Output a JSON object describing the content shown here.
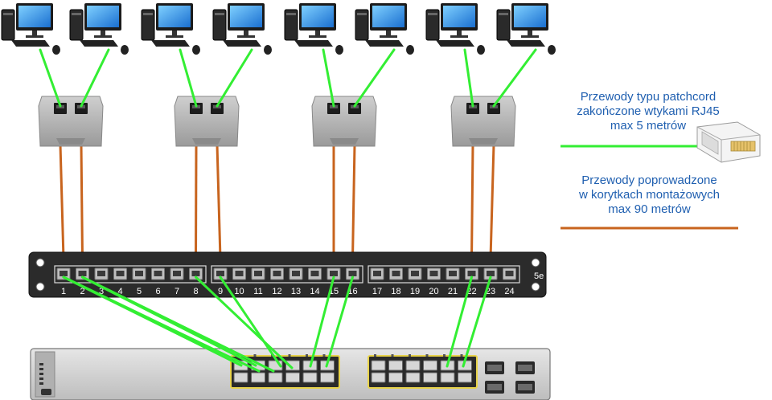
{
  "legend": {
    "patchcord": {
      "lines": [
        "Przewody typu patchcord",
        "zakończone wtykami RJ45",
        "max 5 metrów"
      ],
      "color": "#33ee33"
    },
    "installation": {
      "lines": [
        "Przewody poprowadzone",
        "w korytkach montażowych",
        "max 90 metrów"
      ],
      "color": "#c8641e"
    }
  },
  "patch_panel": {
    "category": "5e",
    "port_labels": [
      "1",
      "2",
      "3",
      "4",
      "5",
      "6",
      "7",
      "8",
      "9",
      "10",
      "11",
      "12",
      "13",
      "14",
      "15",
      "16",
      "17",
      "18",
      "19",
      "20",
      "21",
      "22",
      "23",
      "24"
    ]
  },
  "devices": {
    "computers": 8,
    "wall_outlets": 4,
    "switch_sfp_ports": 4
  },
  "colors": {
    "patch_cable": "#33ee33",
    "install_cable": "#c8641e",
    "rack_body": "#2b2b2b",
    "switch_body": "#d8d8d8",
    "legend_text": "#1f5fb0"
  }
}
